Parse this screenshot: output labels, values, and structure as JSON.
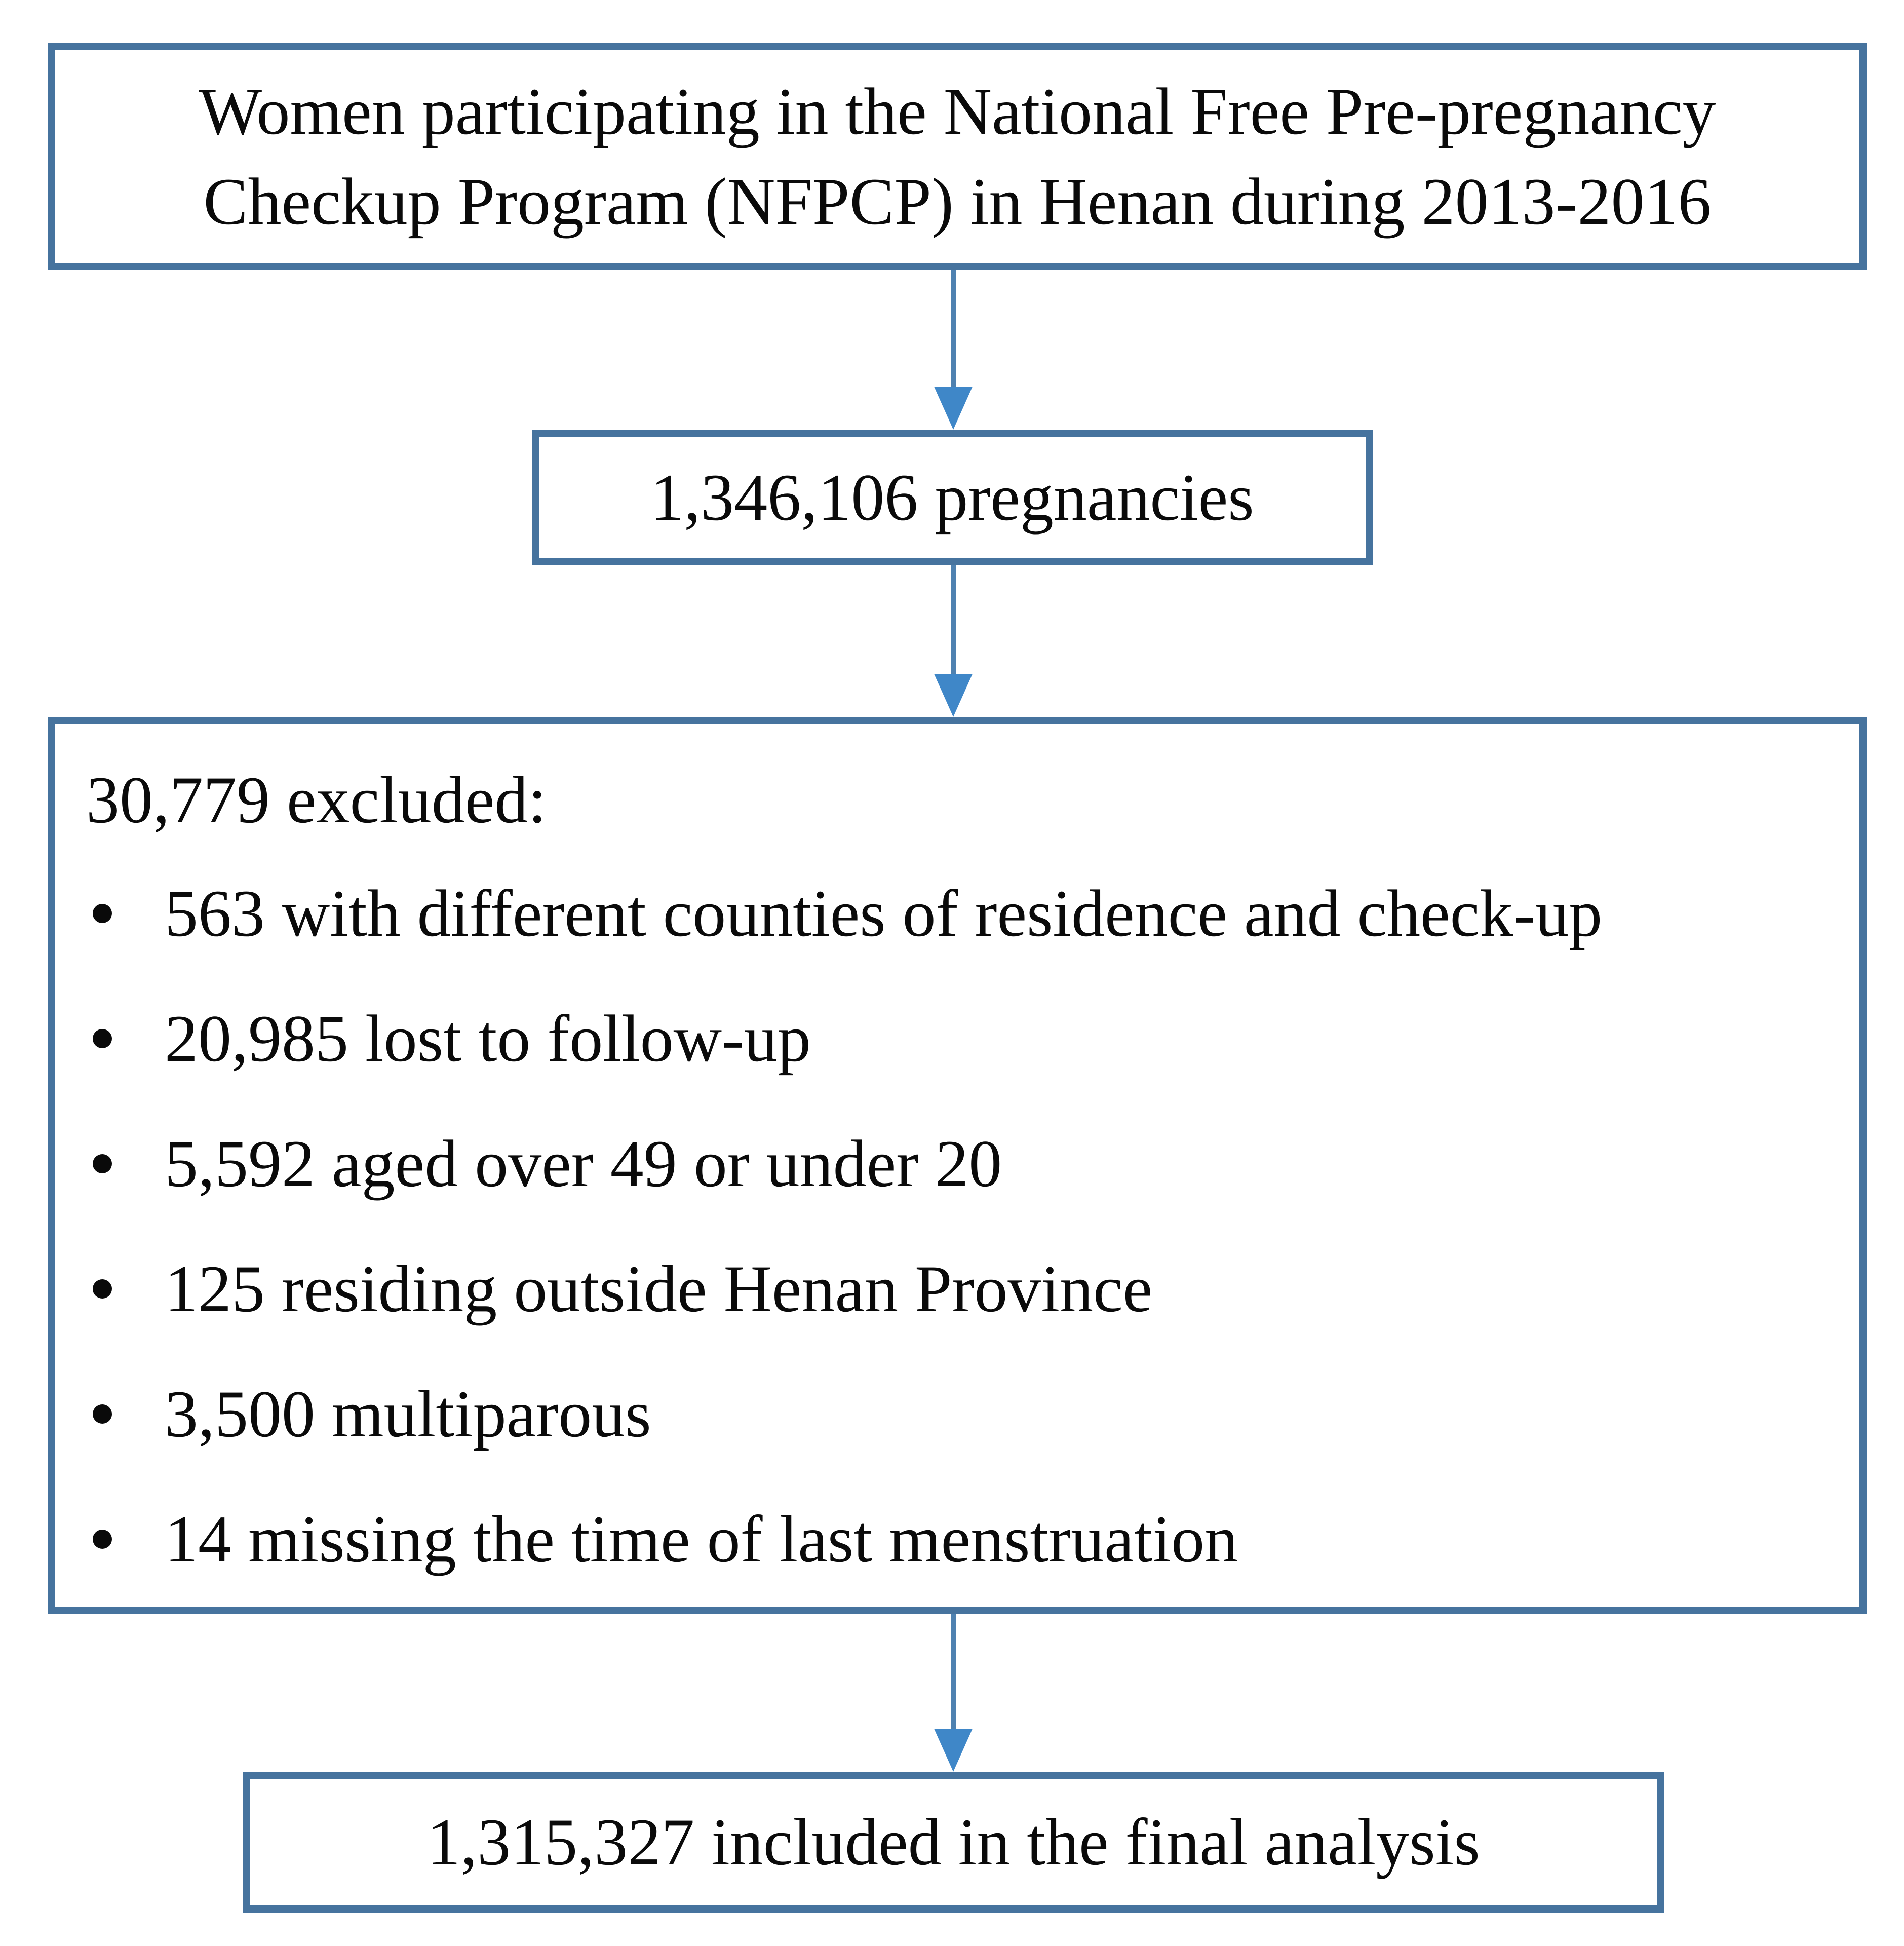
{
  "diagram": {
    "title_box": {
      "lines": [
        "Women participating in the National Free Pre-pregnancy",
        "Checkup Program (NFPCP) in Henan during 2013-2016"
      ]
    },
    "pregnancies_box": {
      "text": "1,346,106 pregnancies"
    },
    "exclusion_box": {
      "heading": "30,779 excluded:",
      "items": [
        "563 with different counties of residence and check-up",
        "20,985 lost to follow-up",
        "5,592 aged over 49 or under 20",
        "125 residing outside Henan Province",
        "3,500 multiparous",
        "14 missing the time of last menstruation"
      ]
    },
    "final_box": {
      "text": "1,315,327 included in the final analysis"
    },
    "colors": {
      "box_border": "#46739e",
      "arrow_line": "#4e81b0",
      "arrow_head": "#3f87c8",
      "text": "#0a0a0a",
      "background": "#ffffff"
    }
  }
}
